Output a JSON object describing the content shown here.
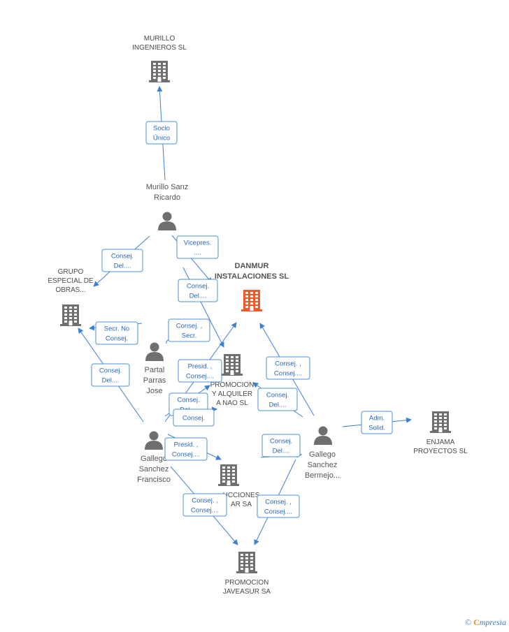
{
  "colors": {
    "building": "#6f6f6f",
    "focus": "#f05a28",
    "edge": "#3d7fd3",
    "person": "#6f6f6f"
  },
  "companies": [
    {
      "id": "murillo",
      "lines": [
        "MURILLO",
        "INGENIEROS SL"
      ]
    },
    {
      "id": "danmur",
      "lines": [
        "DANMUR",
        "INSTALACIONES SL"
      ],
      "focus": true
    },
    {
      "id": "grupo",
      "lines": [
        "GRUPO",
        "ESPECIAL DE",
        "OBRAS..."
      ]
    },
    {
      "id": "promocion_alquiler",
      "lines": [
        "PROMOCION",
        "Y ALQUILER",
        "A NAO SL"
      ]
    },
    {
      "id": "enjama",
      "lines": [
        "ENJAMA",
        "PROYECTOS SL"
      ]
    },
    {
      "id": "construcciones",
      "lines": [
        "UCCIONES",
        "AR SA"
      ]
    },
    {
      "id": "javeasur",
      "lines": [
        "PROMOCION",
        "JAVEASUR SA"
      ]
    }
  ],
  "people": [
    {
      "id": "murillo_sanz",
      "lines": [
        "Murillo Sanz",
        "Ricardo"
      ]
    },
    {
      "id": "partal",
      "lines": [
        "Partal",
        "Parras",
        "Jose"
      ]
    },
    {
      "id": "gallego_francisco",
      "lines": [
        "Gallego",
        "Sanchez",
        "Francisco"
      ]
    },
    {
      "id": "gallego_bermejo",
      "lines": [
        "Gallego",
        "Sanchez",
        "Bermejo..."
      ]
    }
  ],
  "edges": [
    {
      "lines": [
        "Socio",
        "Único"
      ]
    },
    {
      "lines": [
        "Consej.",
        "Del...."
      ]
    },
    {
      "lines": [
        "Vicepres.",
        "...."
      ]
    },
    {
      "lines": [
        "Consej.",
        "Del...."
      ]
    },
    {
      "lines": [
        "Secr.  No",
        "Consej."
      ]
    },
    {
      "lines": [
        "Consej. ,",
        "Secr."
      ]
    },
    {
      "lines": [
        "Consej.",
        "Del...."
      ]
    },
    {
      "lines": [
        "Presid. ,",
        "Consej...."
      ]
    },
    {
      "lines": [
        "Consej. ,",
        "Consej...."
      ]
    },
    {
      "lines": [
        "Consej.",
        "Del...."
      ]
    },
    {
      "lines": [
        "Consej.",
        "Del...."
      ]
    },
    {
      "lines": [
        "Consej."
      ]
    },
    {
      "lines": [
        "Adm.",
        "Solid."
      ]
    },
    {
      "lines": [
        "Presid. ,",
        "Consej...."
      ]
    },
    {
      "lines": [
        "Consej.",
        "Del...."
      ]
    },
    {
      "lines": [
        "Consej. ,",
        "Consej...."
      ]
    },
    {
      "lines": [
        "Consej. ,",
        "Consej...."
      ]
    }
  ],
  "brand": {
    "symbol": "©",
    "initial": "C",
    "rest": "mpresia"
  }
}
